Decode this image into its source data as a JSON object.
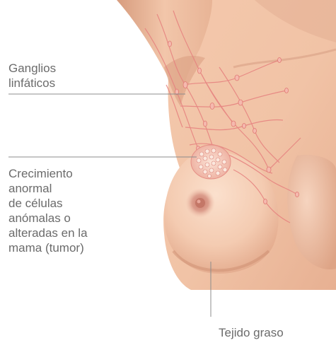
{
  "labels": {
    "lymph_nodes": "Ganglios\nlinfáticos",
    "tumor": "Crecimiento\nanormal\nde células\nanómalas o\nalteradas en la\nmama (tumor)",
    "fatty_tissue": "Tejido graso"
  },
  "colors": {
    "skin_light": "#f7d3bb",
    "skin_mid": "#eab194",
    "skin_shadow": "#c98a6c",
    "vessel": "#e6807e",
    "areola": "#d58f7e",
    "leader_line": "#8c8c8c",
    "label_text": "#6b6b6b"
  }
}
